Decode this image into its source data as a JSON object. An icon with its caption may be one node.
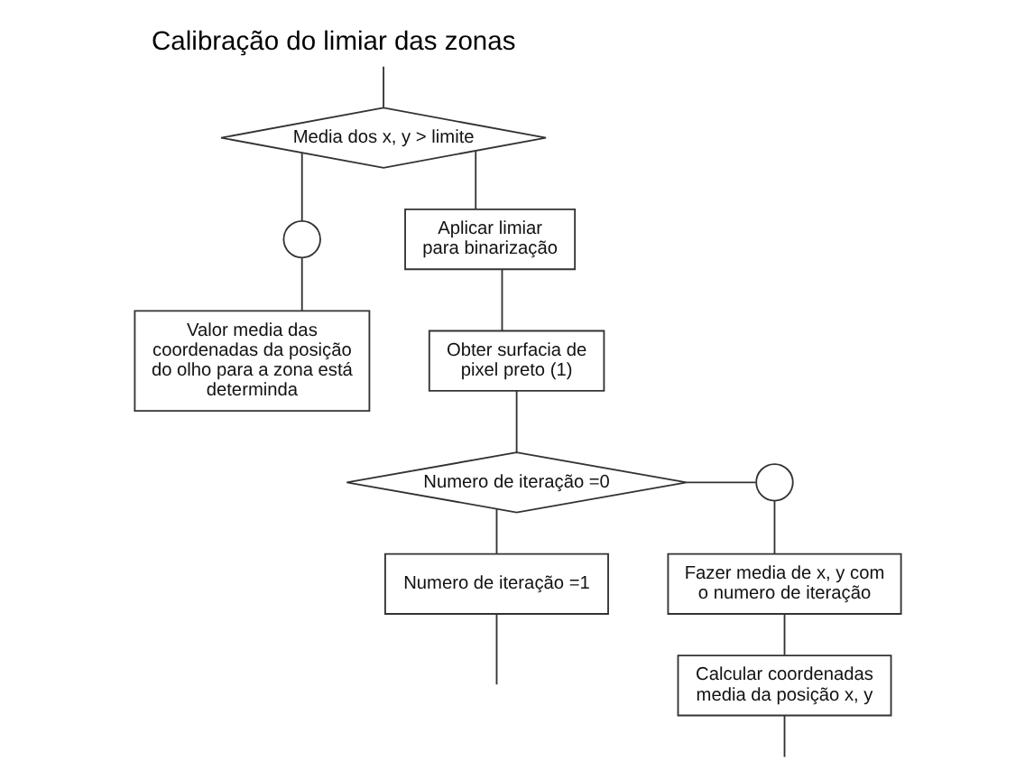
{
  "diagram": {
    "title": "Calibração do limiar das zonas",
    "nodes": [
      {
        "text": [
          "Media dos x, y > limite"
        ]
      },
      {
        "text": [],
        "shape": "circle"
      },
      {
        "text": [
          "Aplicar limiar para binarização"
        ]
      },
      {
        "text": [
          "Valor media das coordenadas da posição do olho para a zona está determinda"
        ]
      },
      {
        "text": [
          "Obter surfacia de pixel preto (1)"
        ]
      },
      {
        "text": [
          "Numero de iteração =0"
        ]
      },
      {
        "text": [],
        "shape": "circle"
      },
      {
        "text": [
          "Numero de iteração =1"
        ]
      },
      {
        "text": [
          "Fazer media de x, y com o numero de iteração"
        ]
      },
      {
        "text": [
          "Calcular coordenadas media da posição x, y"
        ]
      }
    ],
    "edges": [
      {
        "from": null,
        "to": 0,
        "arrow": "none"
      },
      {
        "from": 0,
        "to": 1,
        "arrow": "none"
      },
      {
        "from": 1,
        "to": 3,
        "arrow": "none"
      },
      {
        "from": 0,
        "to": 2,
        "arrow": "none"
      },
      {
        "from": 2,
        "to": 4,
        "arrow": "none"
      },
      {
        "from": 4,
        "to": 5,
        "arrow": "none"
      },
      {
        "from": 5,
        "to": 6,
        "arrow": "none"
      },
      {
        "from": 6,
        "to": 8,
        "arrow": "none"
      },
      {
        "from": 8,
        "to": 9,
        "arrow": "none"
      },
      {
        "from": 5,
        "to": 7,
        "arrow": "none"
      },
      {
        "from": 7,
        "to": null,
        "arrow": "none"
      },
      {
        "from": 9,
        "to": null,
        "arrow": "none"
      }
    ]
  }
}
